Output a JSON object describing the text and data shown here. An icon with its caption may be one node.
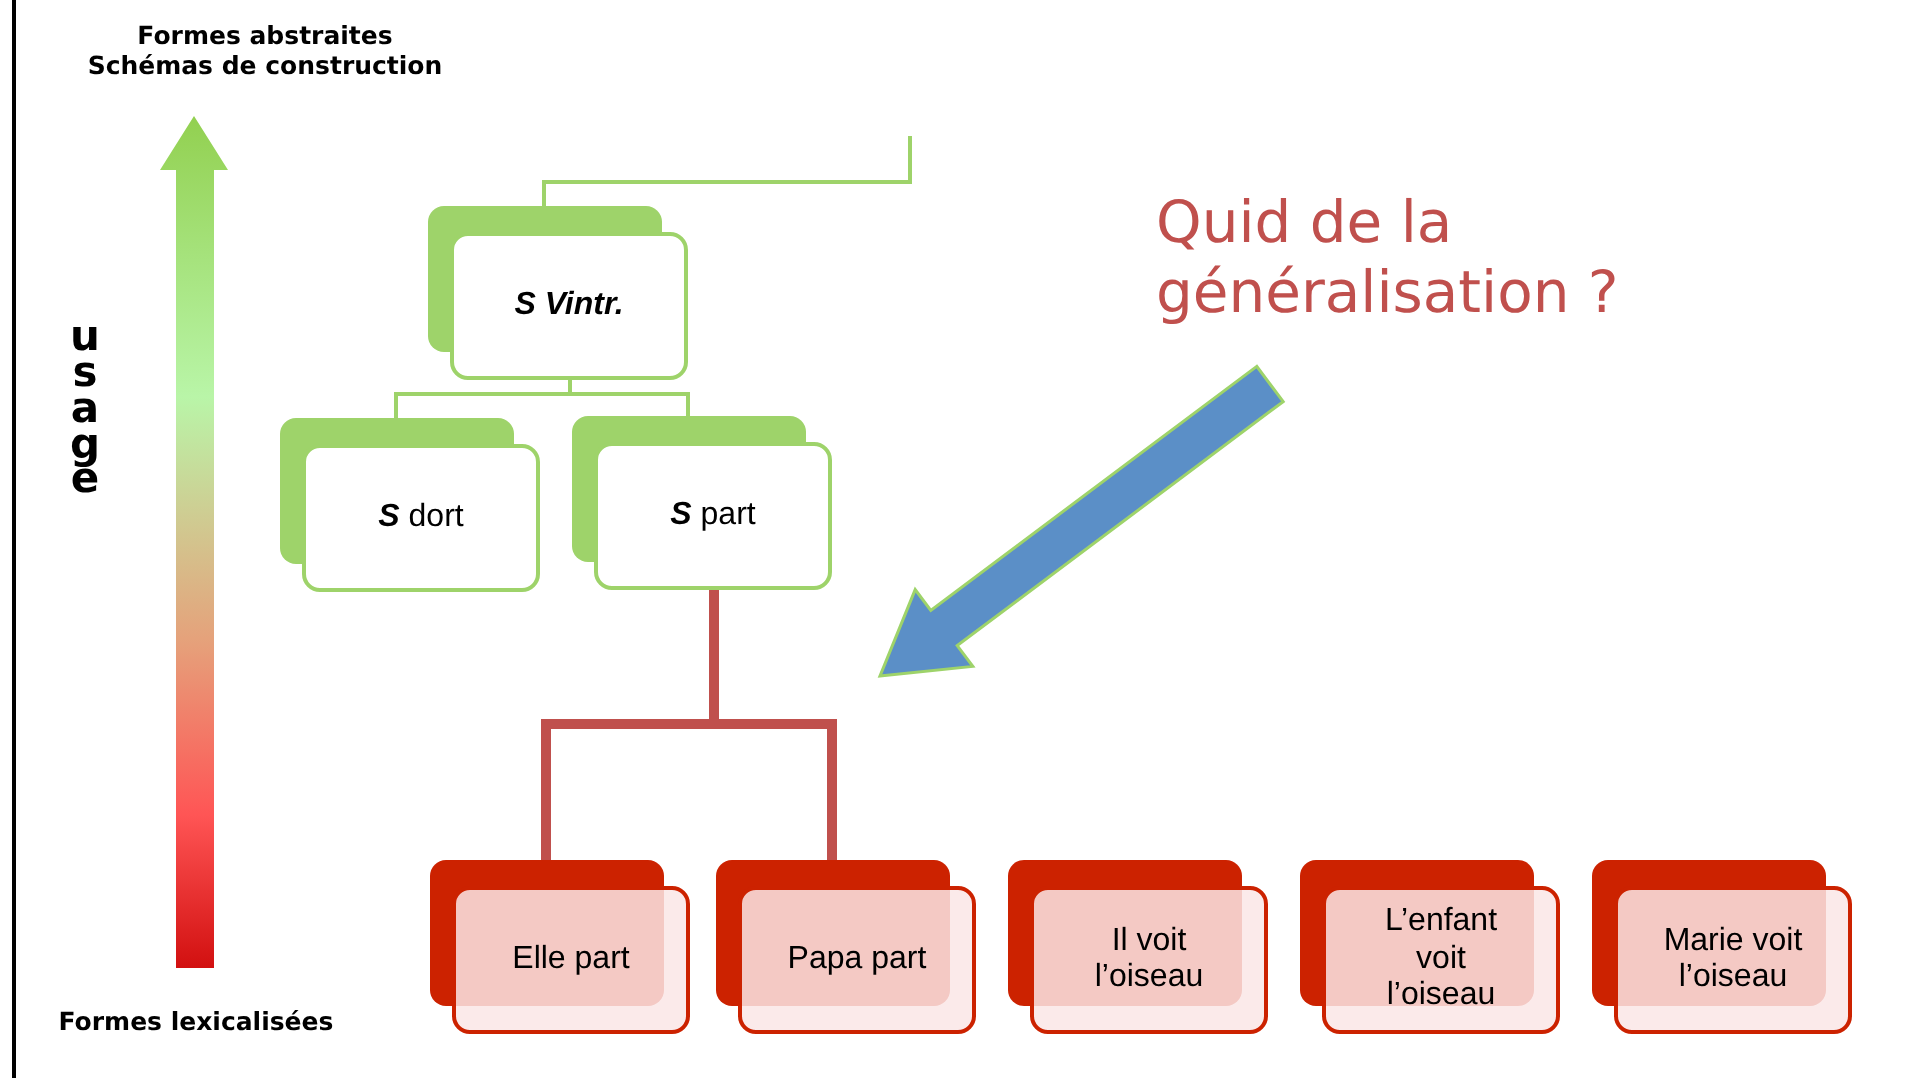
{
  "diagram": {
    "nodes": [
      {
        "text": [
          "S Vintr."
        ]
      },
      {
        "text": [
          "**S** dort"
        ]
      },
      {
        "text": [
          "**S** part"
        ]
      },
      {
        "text": [
          "Elle part"
        ]
      },
      {
        "text": [
          "Papa part"
        ]
      },
      {
        "text": [
          "Il voit l’oiseau"
        ]
      },
      {
        "text": [
          "L’enfant voit l’oiseau"
        ]
      },
      {
        "text": [
          "Marie voit l’oiseau"
        ]
      },
      {
        "text": [
          "Quid de la généralisation ?"
        ]
      }
    ],
    "edges": [
      {
        "from": 0,
        "to": null,
        "arrow": "none"
      },
      {
        "from": 0,
        "to": 1,
        "arrow": "none"
      },
      {
        "from": 0,
        "to": 2,
        "arrow": "none"
      },
      {
        "from": 2,
        "to": 3,
        "arrow": "none",
        "style": "thick",
        "color": "#c0504d"
      },
      {
        "from": 2,
        "to": 4,
        "arrow": "none",
        "style": "thick",
        "color": "#c0504d"
      },
      {
        "from": 8,
        "to": null,
        "arrow": "to",
        "style": "thick",
        "color": "#5b8fc7"
      }
    ],
    "labels": [
      "Formes abstraites Schémas de construction",
      "usage",
      "Formes lexicalisées"
    ]
  }
}
